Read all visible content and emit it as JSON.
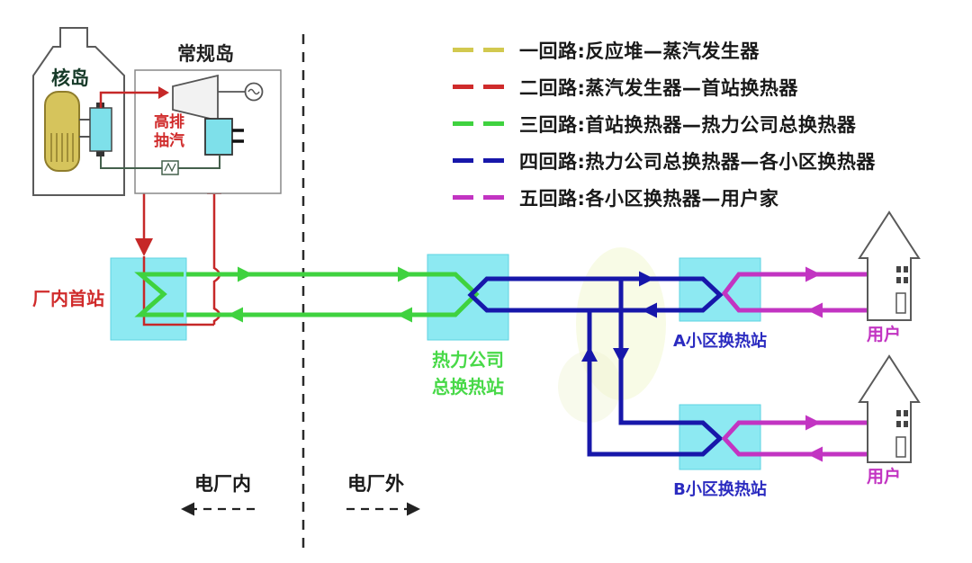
{
  "plant": {
    "nuclear_island": "核岛",
    "conventional_island": "常规岛",
    "extraction": "高排\n抽汽",
    "first_station": "厂内首站"
  },
  "stations": {
    "heat_company": "热力公司\n总换热站",
    "district_a": "A小区换热站",
    "district_b": "B小区换热站",
    "user_a": "用户",
    "user_b": "用户"
  },
  "zones": {
    "inside": "电厂内",
    "outside": "电厂外"
  },
  "legend": {
    "items": [
      {
        "name": "loop-1",
        "color": "#d2c94f",
        "label": "一回路:反应堆—蒸汽发生器"
      },
      {
        "name": "loop-2",
        "color": "#cf2b2b",
        "label": "二回路:蒸汽发生器—首站换热器"
      },
      {
        "name": "loop-3",
        "color": "#3fd23f",
        "label": "三回路:首站换热器—热力公司总换热器"
      },
      {
        "name": "loop-4",
        "color": "#1717aa",
        "label": "四回路:热力公司总换热器—各小区换热器"
      },
      {
        "name": "loop-5",
        "color": "#c234c2",
        "label": "五回路:各小区换热器—用户家"
      }
    ]
  },
  "colors": {
    "loop1_yellow": "#d2c94f",
    "loop2_red": "#c62828",
    "loop3_green": "#3fd23f",
    "loop4_blue": "#1717aa",
    "loop5_magenta": "#c234c2",
    "exchanger_cyan": "#8de9f2",
    "reactor_yellow": "#d6c45c"
  }
}
